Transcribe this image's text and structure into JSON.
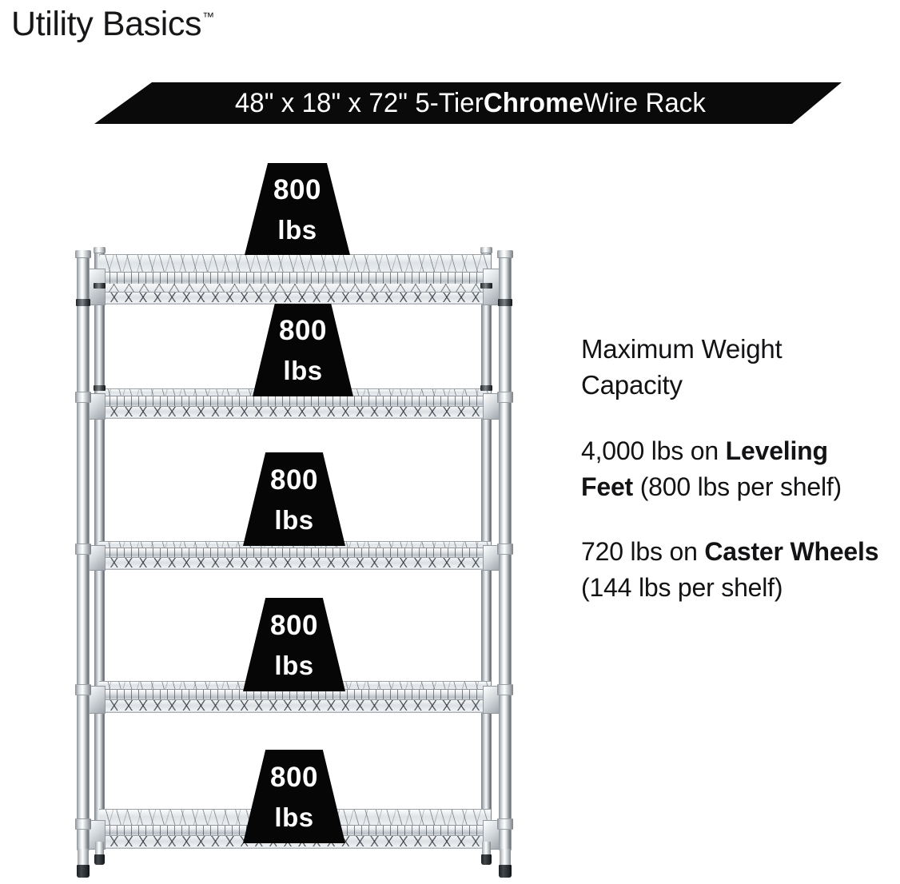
{
  "brand": {
    "name": "Utility Basics",
    "trademark": "™"
  },
  "banner": {
    "prefix": "48\" x 18\" x 72\" 5-Tier ",
    "emphasis": "Chrome",
    "suffix": " Wire Rack",
    "background_color": "#0a0a0a",
    "text_color": "#ffffff"
  },
  "specs": {
    "heading": "Maximum Weight Capacity",
    "leveling": {
      "before": "4,000 lbs on ",
      "emphasis": "Leveling Feet",
      "after": " (800 lbs per shelf)"
    },
    "caster": {
      "before": "720 lbs on ",
      "emphasis": "Caster Wheels",
      "after": " (144 lbs per shelf)"
    }
  },
  "rack": {
    "tier_count": 5,
    "badge_color": "#060606",
    "badge_text_color": "#ffffff",
    "tiers": [
      {
        "value": "800",
        "unit": "lbs"
      },
      {
        "value": "800",
        "unit": "lbs"
      },
      {
        "value": "800",
        "unit": "lbs"
      },
      {
        "value": "800",
        "unit": "lbs"
      },
      {
        "value": "800",
        "unit": "lbs"
      }
    ]
  }
}
